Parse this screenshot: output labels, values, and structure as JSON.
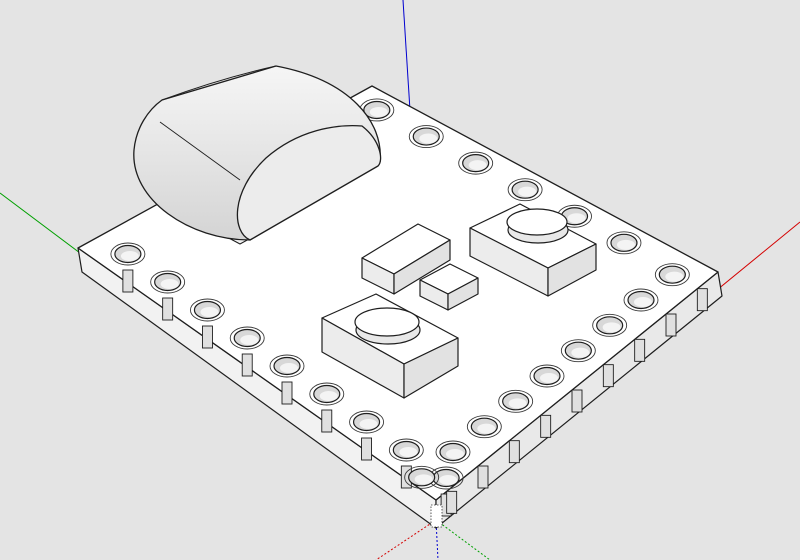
{
  "app": "SketchUp",
  "viewport": {
    "background": "#e4e4e4",
    "axis_colors": {
      "red": "#d40000",
      "green": "#00a000",
      "blue": "#0000d0"
    }
  },
  "model": {
    "object": "pcb-castellated-module",
    "parts": [
      "usb-c-connector",
      "push-button-top",
      "push-button-bottom",
      "chip-large",
      "chip-small"
    ],
    "left_edge_pads": 9,
    "right_edge_pads": 9,
    "top_edge_pads": 6,
    "face_color": "#ffffff",
    "edge_color": "#1e1e1e"
  }
}
